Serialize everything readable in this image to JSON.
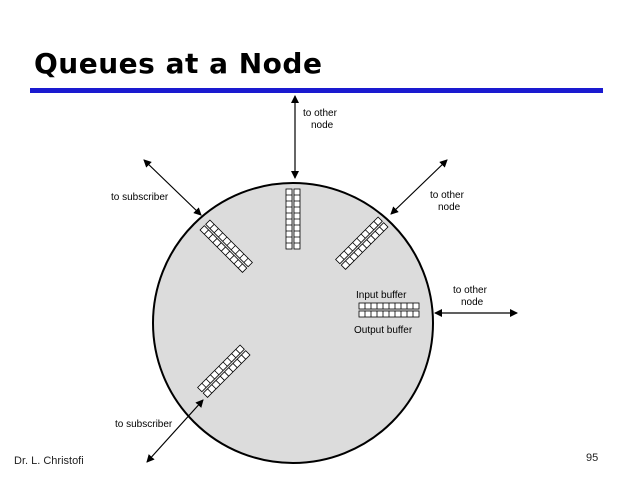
{
  "slide": {
    "title": "Queues at a Node",
    "author": "Dr. L. Christofi",
    "page_number": "95"
  },
  "diagram": {
    "labels": {
      "top_node_1": "to other",
      "top_node_2": "node",
      "upper_right_node_1": "to other",
      "upper_right_node_2": "node",
      "right_node_1": "to other",
      "right_node_2": "node",
      "upper_left_subscriber": "to subscriber",
      "lower_left_subscriber": "to subscriber",
      "input_buffer": "Input buffer",
      "output_buffer": "Output buffer"
    },
    "colors": {
      "node_fill": "#dcdcdc",
      "rule": "#1a1ad0"
    }
  }
}
